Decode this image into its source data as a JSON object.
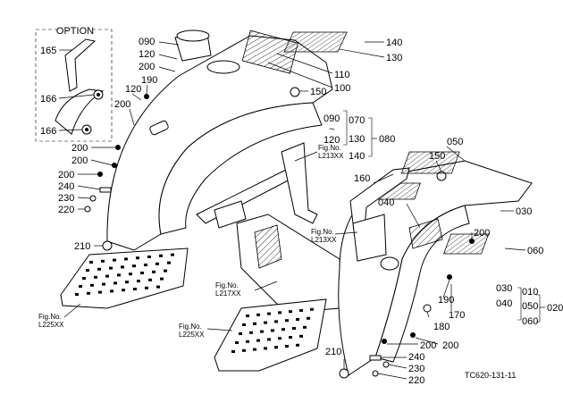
{
  "option_box": {
    "title": "OPTION",
    "labels": [
      "165",
      "166",
      "166"
    ]
  },
  "callouts": {
    "c090a": "090",
    "c120a": "120",
    "c200a": "200",
    "c190a": "190",
    "c120b": "120",
    "c200b": "200",
    "c140": "140",
    "c130": "130",
    "c110": "110",
    "c100": "100",
    "c150a": "150",
    "g090": "090",
    "gtilde": "~",
    "g120": "120",
    "g070": "070",
    "g130": "130",
    "g140": "140",
    "g080": "080",
    "c200c": "200",
    "c200d": "200",
    "c200e": "200",
    "c240a": "240",
    "c230a": "230",
    "c220a": "220",
    "c210a": "210",
    "c050": "050",
    "c150b": "150",
    "c160": "160",
    "c040a": "040",
    "c030a": "030",
    "c200f": "200",
    "c060": "060",
    "h030": "030",
    "h010": "010",
    "h040": "040",
    "h050": "050",
    "h060": "060",
    "h020": "020",
    "c190b": "190",
    "c170": "170",
    "c180": "180",
    "c200g": "200",
    "c200h": "200",
    "c210b": "210",
    "c240b": "240",
    "c230b": "230",
    "c220b": "220"
  },
  "fig_refs": {
    "l213a": {
      "line1": "Fig.No.",
      "line2": "L213XX"
    },
    "l213b": {
      "line1": "Fig.No.",
      "line2": "L213XX"
    },
    "l217": {
      "line1": "Fig.No.",
      "line2": "L217XX"
    },
    "l225a": {
      "line1": "Fig.No.",
      "line2": "L225XX"
    },
    "l225b": {
      "line1": "Fig.No.",
      "line2": "L225XX"
    }
  },
  "drawing_code": "TC620-131-11"
}
